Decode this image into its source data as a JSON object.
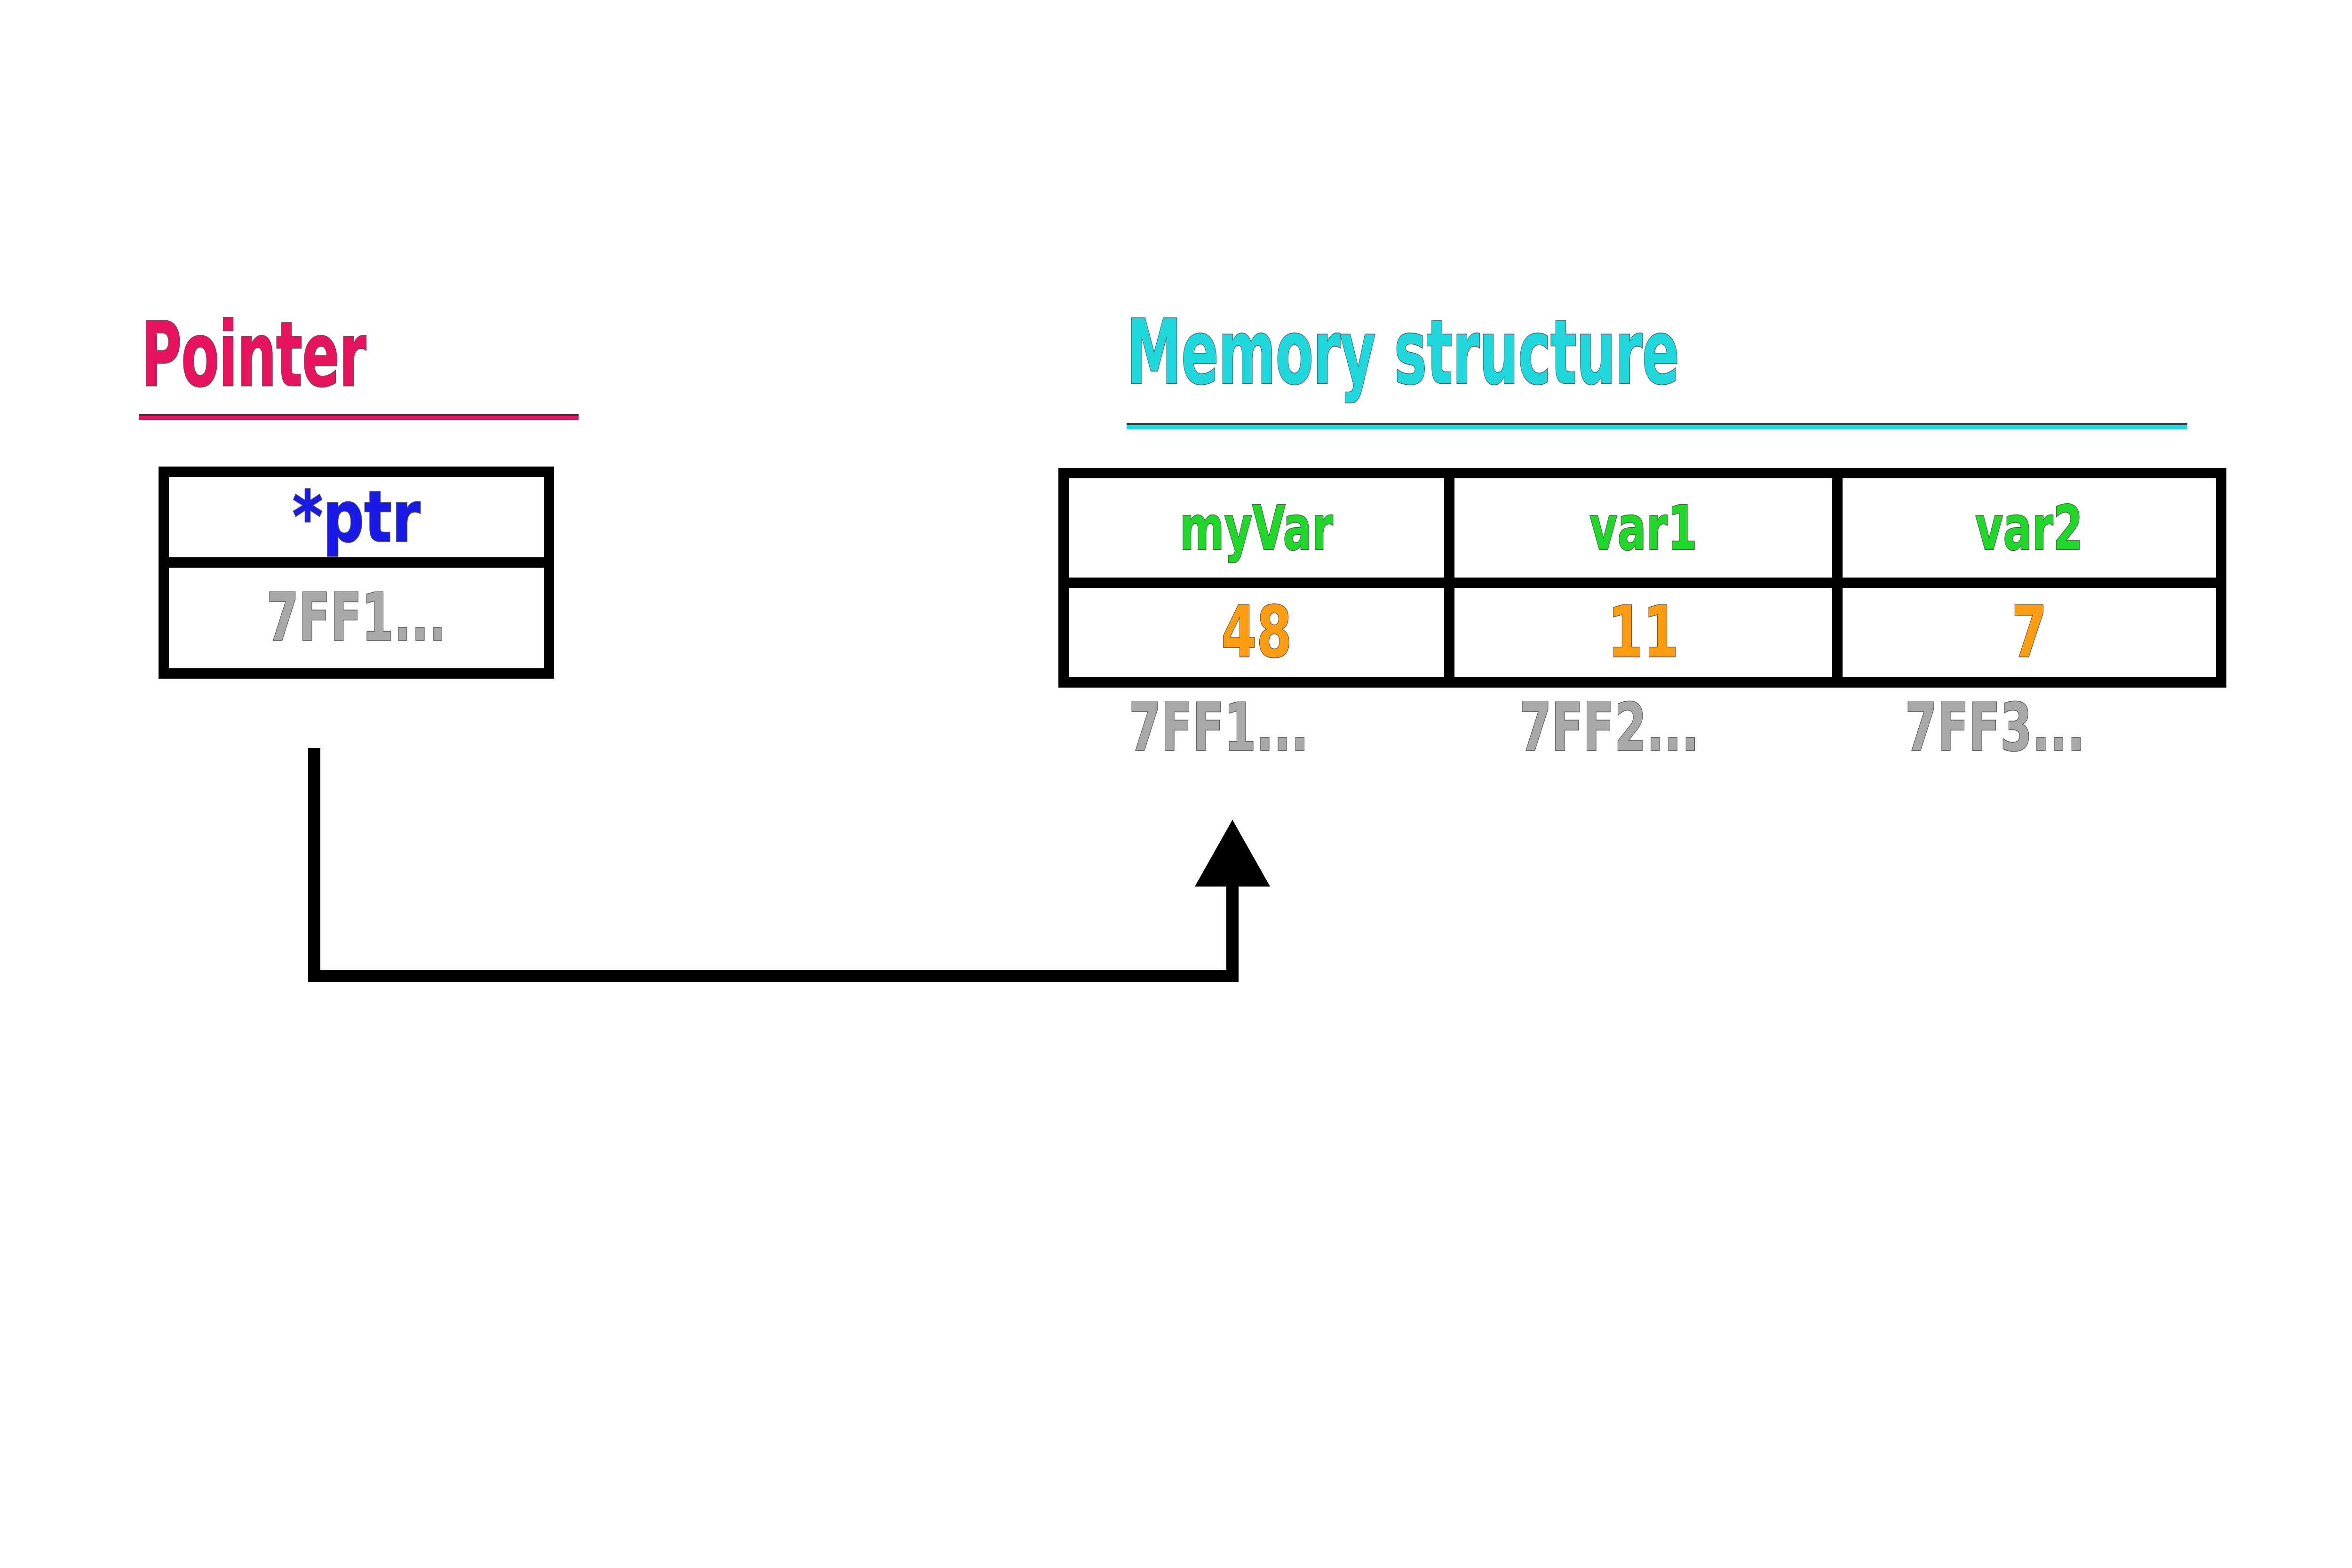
{
  "diagram": {
    "background_color": "#ffffff",
    "titles": {
      "pointer": {
        "text": "Pointer",
        "color": "#e8135e"
      },
      "memory": {
        "text": "Memory structure",
        "color": "#1fd8dd"
      }
    },
    "pointer_box": {
      "name_label": "*ptr",
      "name_color": "#1a1ae8",
      "address_value": "7FF1...",
      "address_color": "#a8a8a8"
    },
    "memory_table": {
      "header_color": "#1fd82a",
      "value_color": "#ff9d10",
      "address_color": "#a8a8a8",
      "columns": [
        {
          "name": "myVar",
          "value": "48",
          "address": "7FF1..."
        },
        {
          "name": "var1",
          "value": "11",
          "address": "7FF2..."
        },
        {
          "name": "var2",
          "value": "7",
          "address": "7FF3..."
        }
      ]
    },
    "arrow": {
      "name": "pointer-to-myvar-arrow",
      "color": "#000000",
      "from": "pointer address cell (7FF1...)",
      "to": "memory address 7FF1... (myVar)"
    }
  }
}
